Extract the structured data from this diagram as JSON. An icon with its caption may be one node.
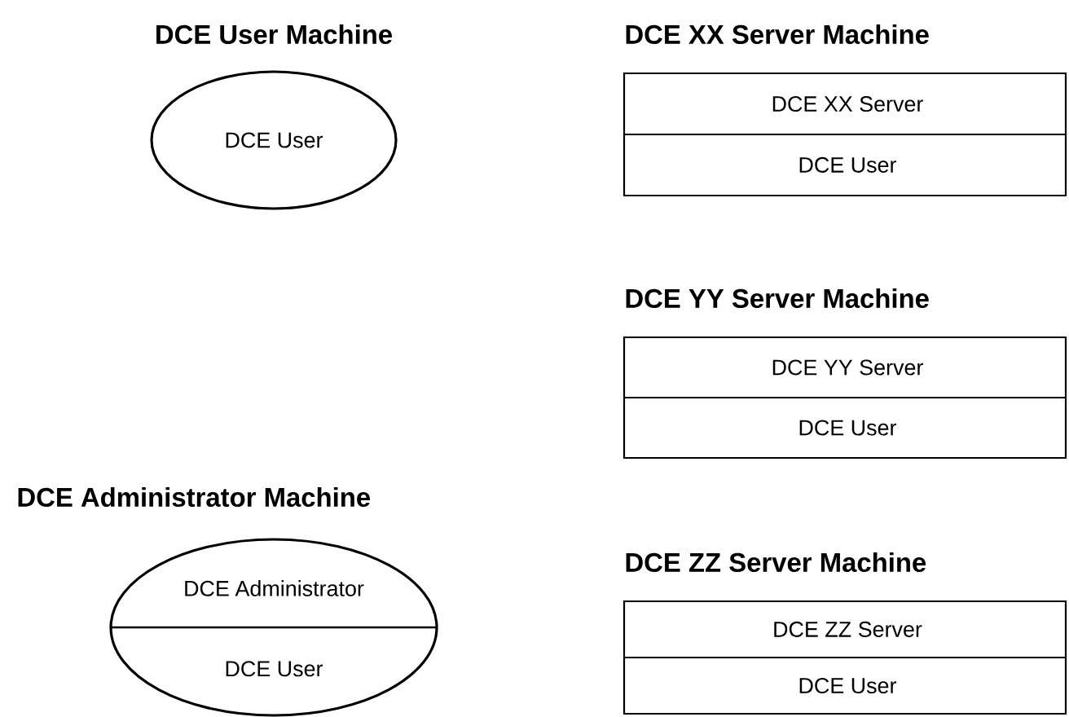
{
  "diagram": {
    "nodes": [
      {
        "text": [
          "DCE User Machine",
          "DCE User"
        ]
      },
      {
        "text": [
          "DCE XX Server Machine",
          "DCE XX Server",
          "DCE User"
        ]
      },
      {
        "text": [
          "DCE YY Server Machine",
          "DCE YY Server",
          "DCE User"
        ]
      },
      {
        "text": [
          "DCE Administrator Machine",
          "DCE Administrator",
          "DCE User"
        ]
      },
      {
        "text": [
          "DCE ZZ Server Machine",
          "DCE ZZ Server",
          "DCE User"
        ]
      }
    ]
  }
}
